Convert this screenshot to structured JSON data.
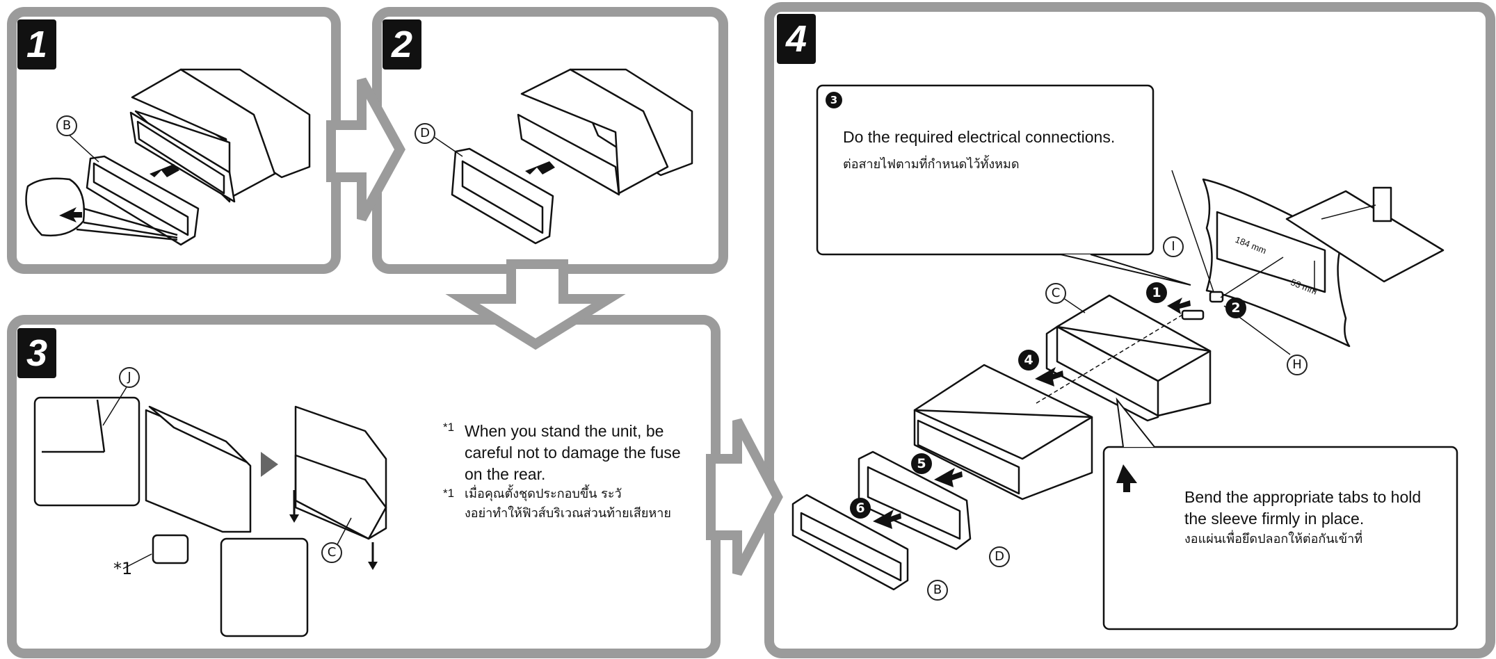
{
  "panels": {
    "step1": {
      "label": "1"
    },
    "step2": {
      "label": "2"
    },
    "step3": {
      "label": "3"
    },
    "step4": {
      "label": "4"
    }
  },
  "parts": {
    "B": "B",
    "C": "C",
    "D": "D",
    "H": "H",
    "I": "I",
    "J": "J"
  },
  "step3_notes": {
    "marker": "*1",
    "english": [
      "When you stand the unit, be",
      "careful not to damage the fuse",
      "on the rear."
    ],
    "thai": [
      "เมื่อคุณตั้งชุดประกอบขึ้น ระวั",
      "งอย่าทำให้ฟิวส์บริเวณส่วนท้ายเสียหาย"
    ],
    "fuse_ref": "*1"
  },
  "step4": {
    "callout_top": {
      "number": "3",
      "english": "Do the required electrical connections.",
      "thai": "ต่อสายไฟตามที่กำหนดไว้ทั้งหมด"
    },
    "callout_bottom": {
      "english": [
        "Bend the appropriate tabs to hold",
        "the sleeve firmly in place."
      ],
      "thai": "งอแผ่นเพื่อยึดปลอกให้ต่อกันเข้าที่"
    },
    "steps": [
      "1",
      "2",
      "4",
      "5",
      "6"
    ],
    "dimensions": {
      "width": "184 mm",
      "height": "53 mm"
    }
  },
  "colors": {
    "frame": "#9b9b9b",
    "ink": "#111111",
    "label_bg": "#111111"
  }
}
